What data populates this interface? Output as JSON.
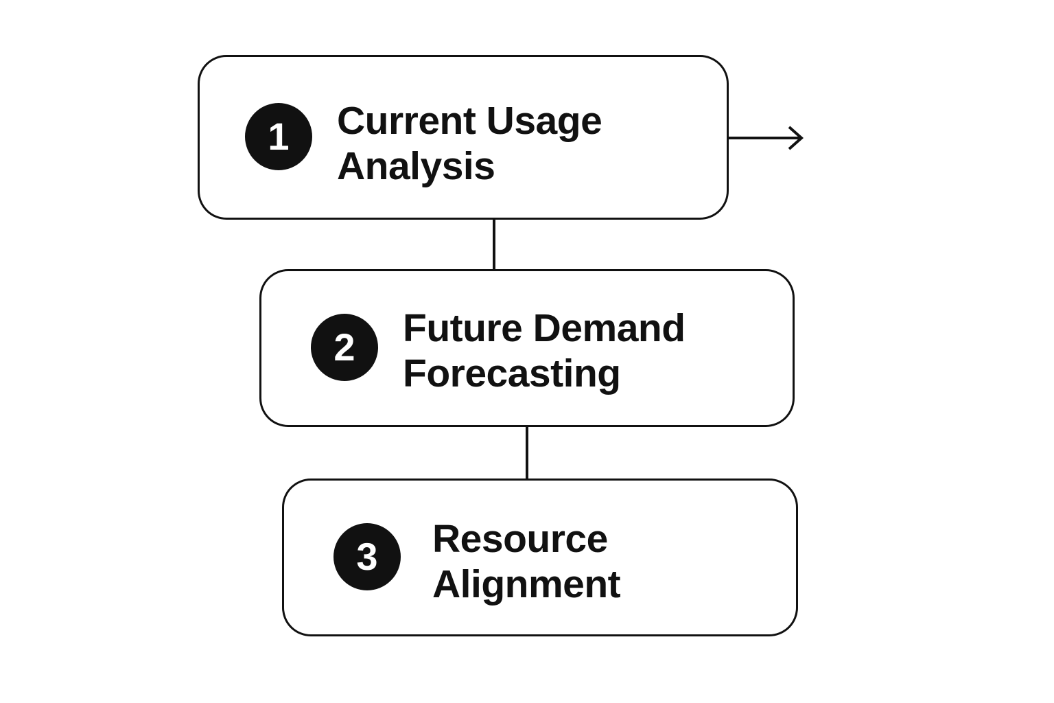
{
  "steps": [
    {
      "number": "1",
      "line1": "Current Usage",
      "line2": "Analysis"
    },
    {
      "number": "2",
      "line1": "Future Demand",
      "line2": "Forecasting"
    },
    {
      "number": "3",
      "line1": "Resource",
      "line2": "Alignment"
    }
  ],
  "icons": {
    "outgoing": "arrow-right-icon"
  },
  "colors": {
    "stroke": "#111111",
    "badge_fill": "#111111",
    "badge_text": "#ffffff",
    "background": "#ffffff"
  }
}
